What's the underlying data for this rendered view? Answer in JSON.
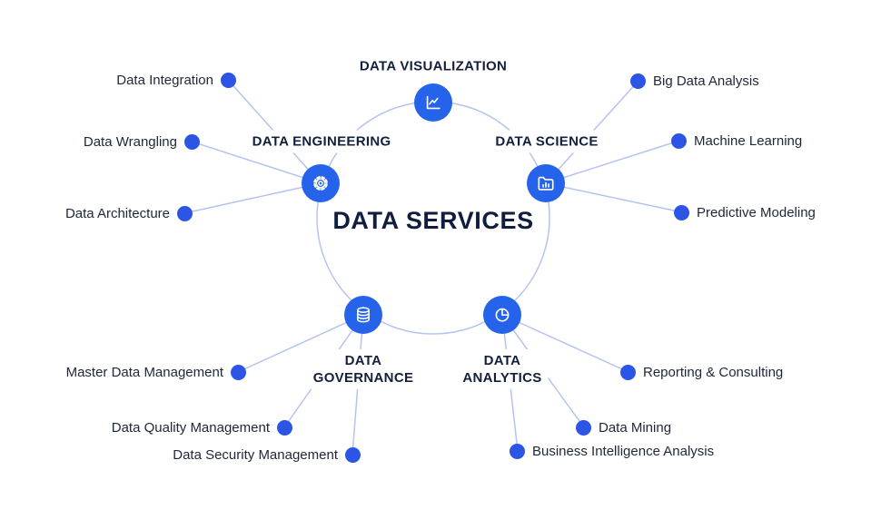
{
  "title": {
    "line1": "DATA",
    "line2": "SERVICES"
  },
  "colors": {
    "node_blue": "#2563eb",
    "bullet_blue": "#2c55e6",
    "connector_blue": "#b4c3f2",
    "heading_navy": "#13203c",
    "item_text": "#1e2738",
    "title_navy": "#101d3e",
    "background": "#ffffff"
  },
  "categories": [
    {
      "id": "data-visualization",
      "label": "DATA VISUALIZATION",
      "icon": "line-chart-icon",
      "items": []
    },
    {
      "id": "data-engineering",
      "label": "DATA ENGINEERING",
      "icon": "gear-icon",
      "items": [
        "Data Integration",
        "Data Wrangling",
        "Data Architecture"
      ]
    },
    {
      "id": "data-science",
      "label": "DATA SCIENCE",
      "icon": "folder-chart-icon",
      "items": [
        "Big Data Analysis",
        "Machine Learning",
        "Predictive Modeling"
      ]
    },
    {
      "id": "data-governance",
      "label": "DATA GOVERNANCE",
      "label_lines": [
        "DATA",
        "GOVERNANCE"
      ],
      "icon": "database-icon",
      "items": [
        "Master Data Management",
        "Data Quality Management",
        "Data Security Management"
      ]
    },
    {
      "id": "data-analytics",
      "label": "DATA ANALYTICS",
      "label_lines": [
        "DATA",
        "ANALYTICS"
      ],
      "icon": "pie-chart-icon",
      "items": [
        "Reporting & Consulting",
        "Data Mining",
        "Business Intelligence Analysis"
      ]
    }
  ]
}
